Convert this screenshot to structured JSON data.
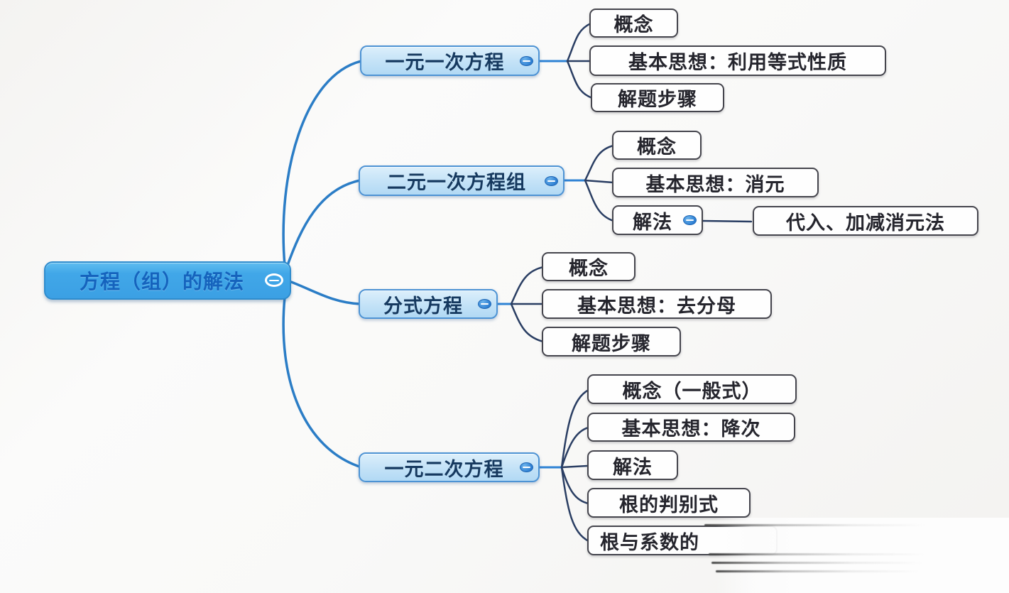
{
  "mindmap": {
    "title": "方程（组）的解法",
    "root": {
      "label": "方程（组）的解法",
      "collapse_icon": "collapse-minus"
    },
    "branches": [
      {
        "label": "一元一次方程",
        "collapse_icon": "collapse-minus",
        "children": [
          {
            "label": "概念"
          },
          {
            "label": "基本思想：利用等式性质"
          },
          {
            "label": "解题步骤"
          }
        ]
      },
      {
        "label": "二元一次方程组",
        "collapse_icon": "collapse-minus",
        "children": [
          {
            "label": "概念"
          },
          {
            "label": "基本思想：消元"
          },
          {
            "label": "解法",
            "collapse_icon": "collapse-minus",
            "children": [
              {
                "label": "代入、加减消元法"
              }
            ]
          }
        ]
      },
      {
        "label": "分式方程",
        "collapse_icon": "collapse-minus",
        "children": [
          {
            "label": "概念"
          },
          {
            "label": "基本思想：去分母"
          },
          {
            "label": "解题步骤"
          }
        ]
      },
      {
        "label": "一元二次方程",
        "collapse_icon": "collapse-minus",
        "children": [
          {
            "label": "概念（一般式）"
          },
          {
            "label": "基本思想：降次"
          },
          {
            "label": "解法"
          },
          {
            "label": "根的判别式"
          },
          {
            "label": "根与系数的",
            "note": "partially erased by white smear"
          }
        ]
      }
    ],
    "colors": {
      "root_fill": "#41a7e8",
      "root_text": "#1563bd",
      "branch_fill": "#c3e2f7",
      "branch_border": "#4d93d4",
      "branch_text": "#16395f",
      "leaf_border": "#45454d",
      "leaf_text": "#25252d",
      "root_connector": "#2b7dc6",
      "stub_connector": "#2e82d4",
      "fan_connector": "#2a3e63"
    }
  }
}
